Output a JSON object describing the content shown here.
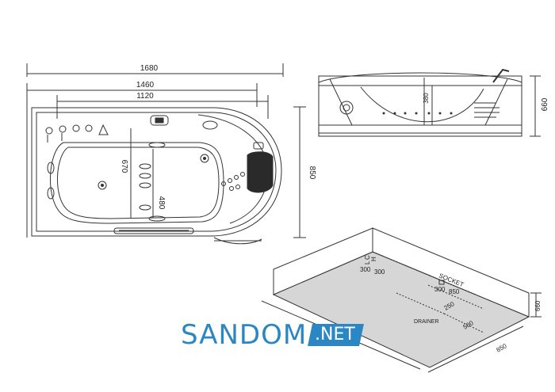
{
  "top_view": {
    "width_overall": "1680",
    "width_inner": "1460",
    "width_basin": "1120",
    "depth_overall": "850",
    "depth_basin": "670",
    "depth_inner": "480"
  },
  "side_view": {
    "height": "660",
    "inner_height": "380"
  },
  "install_view": {
    "h_label": "H",
    "l_label": "L",
    "c_label": "C",
    "dim_300_left": "300",
    "dim_300_right": "300",
    "socket_label": "SOCKET",
    "socket_300": "300",
    "socket_850": "850",
    "dim_250": "250",
    "drainer_label": "DRAINER",
    "dim_500": "500",
    "dim_850": "850",
    "dim_660": "660"
  },
  "watermark": {
    "brand": "SANDOM",
    "suffix": ".NET"
  },
  "colors": {
    "line": "#333333",
    "floor": "#d6d6d6",
    "brand": "#2b86c4"
  }
}
